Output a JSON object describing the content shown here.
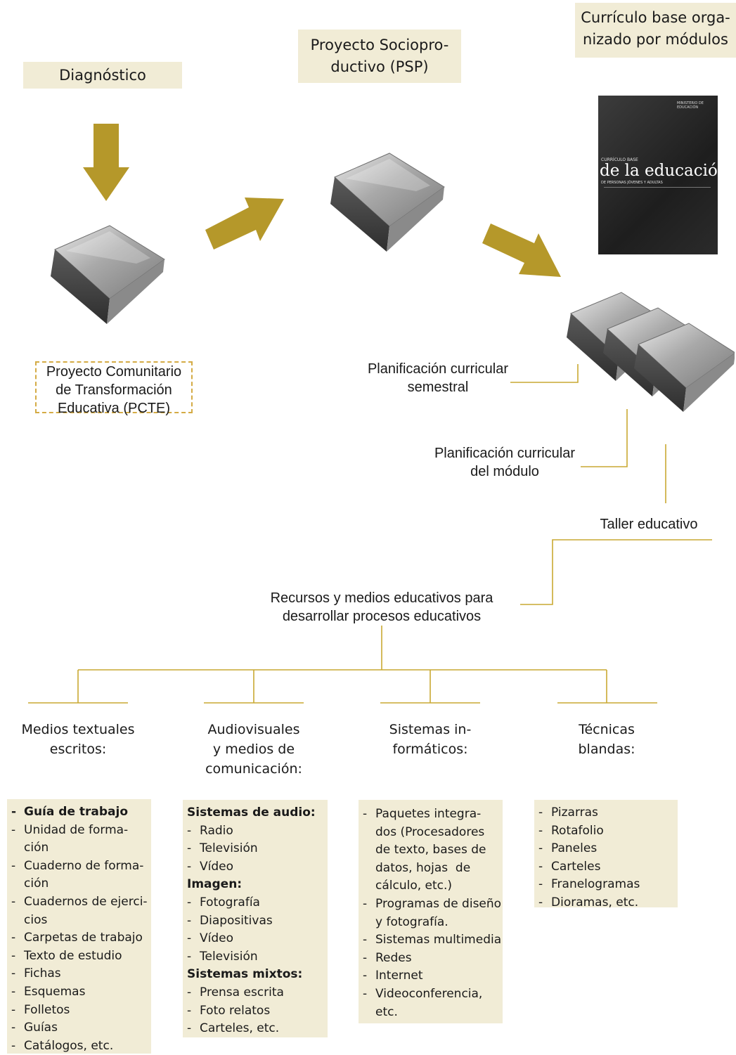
{
  "colors": {
    "arrow": "#b5982a",
    "connector": "#c9a932",
    "box_fill": "#f1ecd6",
    "pcte_border": "#d4ab45"
  },
  "top": {
    "diagnostico": "Diagnóstico",
    "psp": [
      "Proyecto Sociopro-",
      "ductivo (PSP)"
    ],
    "curriculo": [
      "Currículo base orga-",
      "nizado por módulos"
    ]
  },
  "cover": {
    "title_small": "CURRÍCULO BASE",
    "title_main": "de la educación",
    "title_sub": "DE PERSONAS JÓVENES Y ADULTAS",
    "ministry": "MINISTERIO DE EDUCACIÓN"
  },
  "pcte": [
    "Proyecto Comunitario",
    "de Transformación",
    "Educativa (PCTE)"
  ],
  "plan_semestral": [
    "Planificación curricular",
    "semestral"
  ],
  "plan_modulo": [
    "Planificación curricular",
    "del módulo"
  ],
  "taller": "Taller educativo",
  "recursos": [
    "Recursos  y medios educativos para",
    "desarrollar procesos educativos"
  ],
  "categories": [
    [
      "Medios textuales",
      "escritos:"
    ],
    [
      "Audiovisuales",
      "y medios de",
      "comunicación:"
    ],
    [
      "Sistemas in-",
      "formáticos:"
    ],
    [
      "Técnicas",
      "blandas:"
    ]
  ],
  "lists": {
    "textuales": [
      {
        "dash": "-",
        "text": "Guía de trabajo",
        "bold": true
      },
      {
        "dash": "-",
        "text": "Unidad de forma-"
      },
      {
        "dash": "",
        "text": "ción"
      },
      {
        "dash": "-",
        "text": "Cuaderno de forma-"
      },
      {
        "dash": "",
        "text": "ción"
      },
      {
        "dash": "-",
        "text": "Cuadernos de ejerci-"
      },
      {
        "dash": "",
        "text": "cios"
      },
      {
        "dash": "-",
        "text": "Carpetas de trabajo"
      },
      {
        "dash": "-",
        "text": "Texto de estudio"
      },
      {
        "dash": "-",
        "text": "Fichas"
      },
      {
        "dash": "-",
        "text": "Esquemas"
      },
      {
        "dash": "-",
        "text": "Folletos"
      },
      {
        "dash": "-",
        "text": "Guías"
      },
      {
        "dash": "-",
        "text": "Catálogos, etc."
      }
    ],
    "audiovisuales": [
      {
        "dash": "",
        "text": "Sistemas de audio:",
        "bold": true
      },
      {
        "dash": "-",
        "text": "Radio"
      },
      {
        "dash": "-",
        "text": "Televisión"
      },
      {
        "dash": "-",
        "text": "Vídeo"
      },
      {
        "dash": "",
        "text": "Imagen:",
        "bold": true
      },
      {
        "dash": "-",
        "text": "Fotografía"
      },
      {
        "dash": "-",
        "text": "Diapositivas"
      },
      {
        "dash": "-",
        "text": "Vídeo"
      },
      {
        "dash": "-",
        "text": "Televisión"
      },
      {
        "dash": "",
        "text": "Sistemas mixtos:",
        "bold": true
      },
      {
        "dash": "-",
        "text": "Prensa escrita"
      },
      {
        "dash": "-",
        "text": "Foto relatos"
      },
      {
        "dash": "-",
        "text": "Carteles, etc."
      }
    ],
    "informaticos": [
      {
        "dash": "-",
        "text": "Paquetes integra-"
      },
      {
        "dash": "",
        "text": "dos (Procesadores"
      },
      {
        "dash": "",
        "text": "de texto, bases de"
      },
      {
        "dash": "",
        "text": "datos, hojas  de"
      },
      {
        "dash": "",
        "text": "cálculo, etc.)"
      },
      {
        "dash": "-",
        "text": "Programas de diseño"
      },
      {
        "dash": "",
        "text": "y fotografía."
      },
      {
        "dash": "-",
        "text": "Sistemas multimedia"
      },
      {
        "dash": "-",
        "text": "Redes"
      },
      {
        "dash": "-",
        "text": "Internet"
      },
      {
        "dash": "-",
        "text": "Videoconferencia,"
      },
      {
        "dash": "",
        "text": "etc."
      }
    ],
    "blandas": [
      {
        "dash": "-",
        "text": "Pizarras"
      },
      {
        "dash": "-",
        "text": "Rotafolio"
      },
      {
        "dash": "-",
        "text": "Paneles"
      },
      {
        "dash": "-",
        "text": "Carteles"
      },
      {
        "dash": "-",
        "text": "Franelogramas"
      },
      {
        "dash": "-",
        "text": "Dioramas, etc."
      }
    ]
  }
}
